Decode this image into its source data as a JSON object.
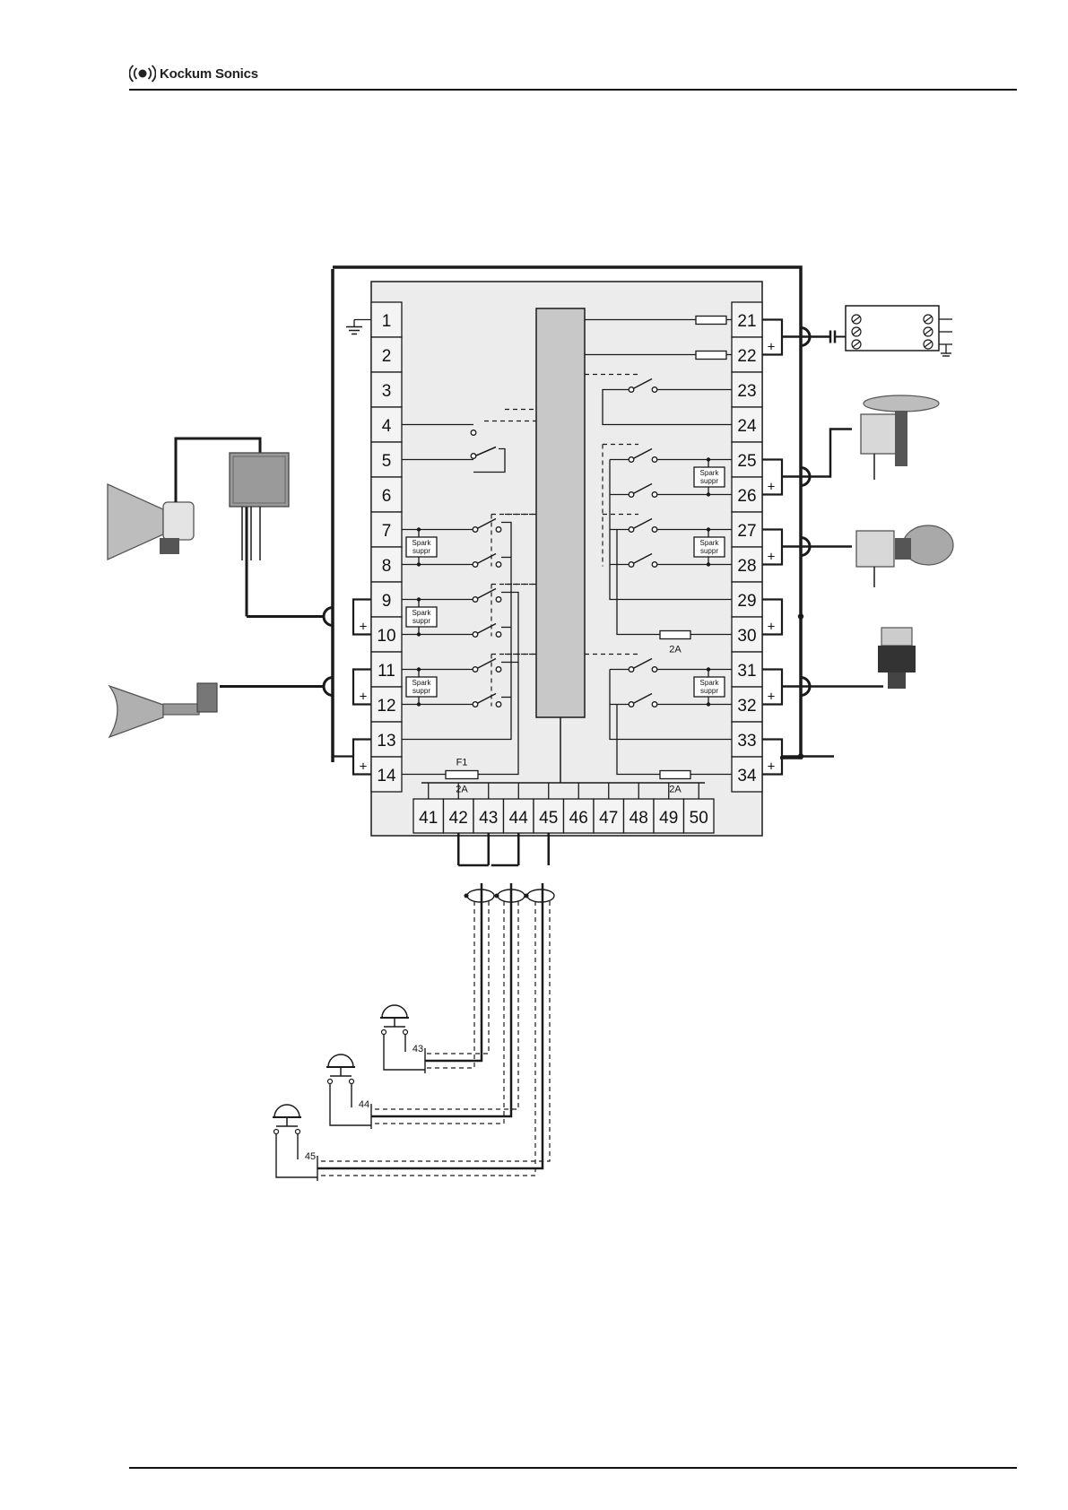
{
  "header": {
    "brand_name": "Kockum Sonics",
    "logo_icon": "kockum-sonics-logo-icon"
  },
  "diagram": {
    "left_terminals": [
      "1",
      "2",
      "3",
      "4",
      "5",
      "6",
      "7",
      "8",
      "9",
      "10",
      "11",
      "12",
      "13",
      "14"
    ],
    "right_terminals": [
      "21",
      "22",
      "23",
      "24",
      "25",
      "26",
      "27",
      "28",
      "29",
      "30",
      "31",
      "32",
      "33",
      "34"
    ],
    "bottom_terminals": [
      "41",
      "42",
      "43",
      "44",
      "45",
      "46",
      "47",
      "48",
      "49",
      "50"
    ],
    "spark_label_line1": "Spark",
    "spark_label_line2": "suppr",
    "fuse_f1_label": "F1",
    "fuse_rating": "2A",
    "polarity_plus": "+",
    "pushbutton_labels": [
      "43",
      "44",
      "45"
    ]
  },
  "colors": {
    "line": "#1a1a1a",
    "box": "#ececec",
    "relay_block": "#c8c8c8"
  }
}
